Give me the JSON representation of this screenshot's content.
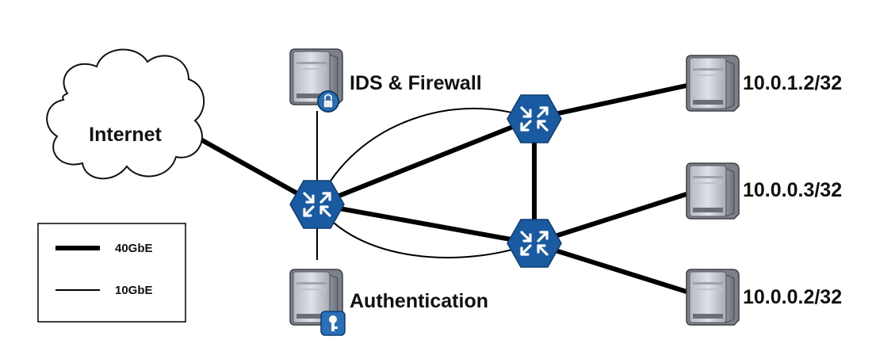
{
  "nodes": {
    "internet": {
      "label": "Internet",
      "icon": "cloud-icon"
    },
    "ids_firewall": {
      "label": "IDS & Firewall",
      "icon": "server-lock-icon"
    },
    "authentication": {
      "label": "Authentication",
      "icon": "server-key-icon"
    },
    "core_router": {
      "icon": "router-icon"
    },
    "router_upper": {
      "icon": "router-icon"
    },
    "router_lower": {
      "icon": "router-icon"
    },
    "host_1": {
      "label": "10.0.1.2/32",
      "icon": "server-icon"
    },
    "host_2": {
      "label": "10.0.0.3/32",
      "icon": "server-icon"
    },
    "host_3": {
      "label": "10.0.0.2/32",
      "icon": "server-icon"
    }
  },
  "links": [
    {
      "from": "internet",
      "to": "core_router",
      "speed": "40GbE"
    },
    {
      "from": "core_router",
      "to": "router_upper",
      "speed": "40GbE"
    },
    {
      "from": "core_router",
      "to": "router_lower",
      "speed": "40GbE"
    },
    {
      "from": "router_upper",
      "to": "router_lower",
      "speed": "40GbE"
    },
    {
      "from": "router_upper",
      "to": "host_1",
      "speed": "40GbE"
    },
    {
      "from": "router_lower",
      "to": "host_2",
      "speed": "40GbE"
    },
    {
      "from": "router_lower",
      "to": "host_3",
      "speed": "40GbE"
    },
    {
      "from": "core_router",
      "to": "ids_firewall",
      "speed": "10GbE"
    },
    {
      "from": "core_router",
      "to": "authentication",
      "speed": "10GbE"
    },
    {
      "from": "core_router",
      "to": "router_upper",
      "speed": "10GbE"
    },
    {
      "from": "core_router",
      "to": "router_lower",
      "speed": "10GbE"
    }
  ],
  "legend": {
    "items": [
      {
        "label": "40GbE",
        "style": "thick"
      },
      {
        "label": "10GbE",
        "style": "thin"
      }
    ]
  },
  "colors": {
    "router": "#1a5aa0",
    "line": "#000000",
    "server_light": "#d6d9df",
    "server_dark": "#8c9099",
    "badge": "#2a6fb8"
  }
}
